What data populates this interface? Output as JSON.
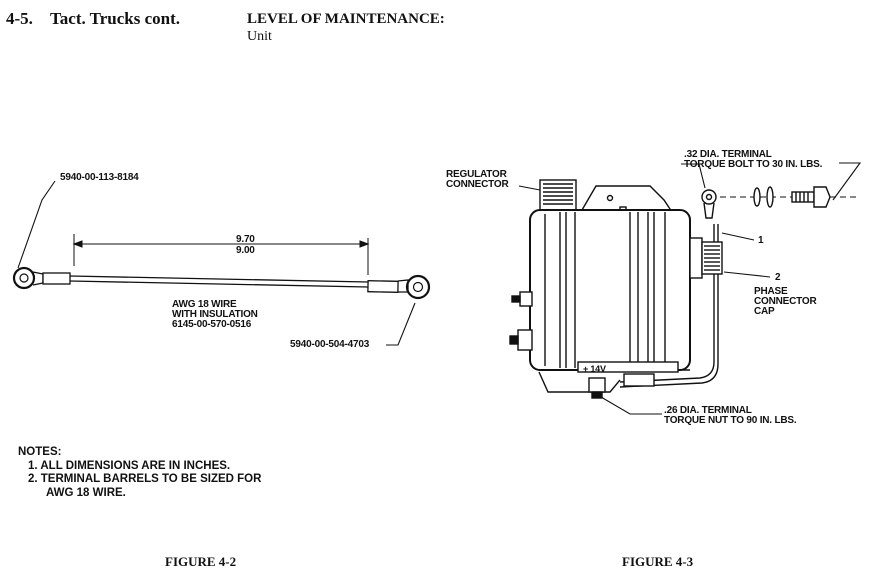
{
  "header": {
    "section": "4-5.",
    "title": "Tact. Trucks cont.",
    "level_label": "LEVEL OF MAINTENANCE:",
    "level_value": "Unit"
  },
  "figure_4_2": {
    "part_left": "5940-00-113-8184",
    "dim_max": "9.70",
    "dim_min": "9.00",
    "wire_line1": "AWG  18  WIRE",
    "wire_line2": "WITH INSULATION",
    "wire_line3": "6145-00-570-0516",
    "part_right": "5940-00-504-4703",
    "caption": "FIGURE 4-2"
  },
  "notes": {
    "heading": "NOTES:",
    "item1": "1.  ALL DIMENSIONS ARE IN INCHES.",
    "item2": "2.  TERMINAL BARRELS TO BE SIZED FOR",
    "item2_cont": "AWG 18 WIRE."
  },
  "figure_4_3": {
    "regulator_line1": "REGULATOR",
    "regulator_line2": "CONNECTOR",
    "terminal32_line1": ".32 DIA. TERMINAL",
    "terminal32_line2": "TORQUE BOLT TO 30 IN. LBS.",
    "callout1": "1",
    "callout2": "2",
    "phase_line1": "PHASE",
    "phase_line2": "CONNECTOR",
    "phase_line3": "CAP",
    "voltage": "+ 14V",
    "terminal26_line1": ".26 DIA. TERMINAL",
    "terminal26_line2": "TORQUE NUT TO 90 IN. LBS.",
    "caption": "FIGURE 4-3"
  }
}
